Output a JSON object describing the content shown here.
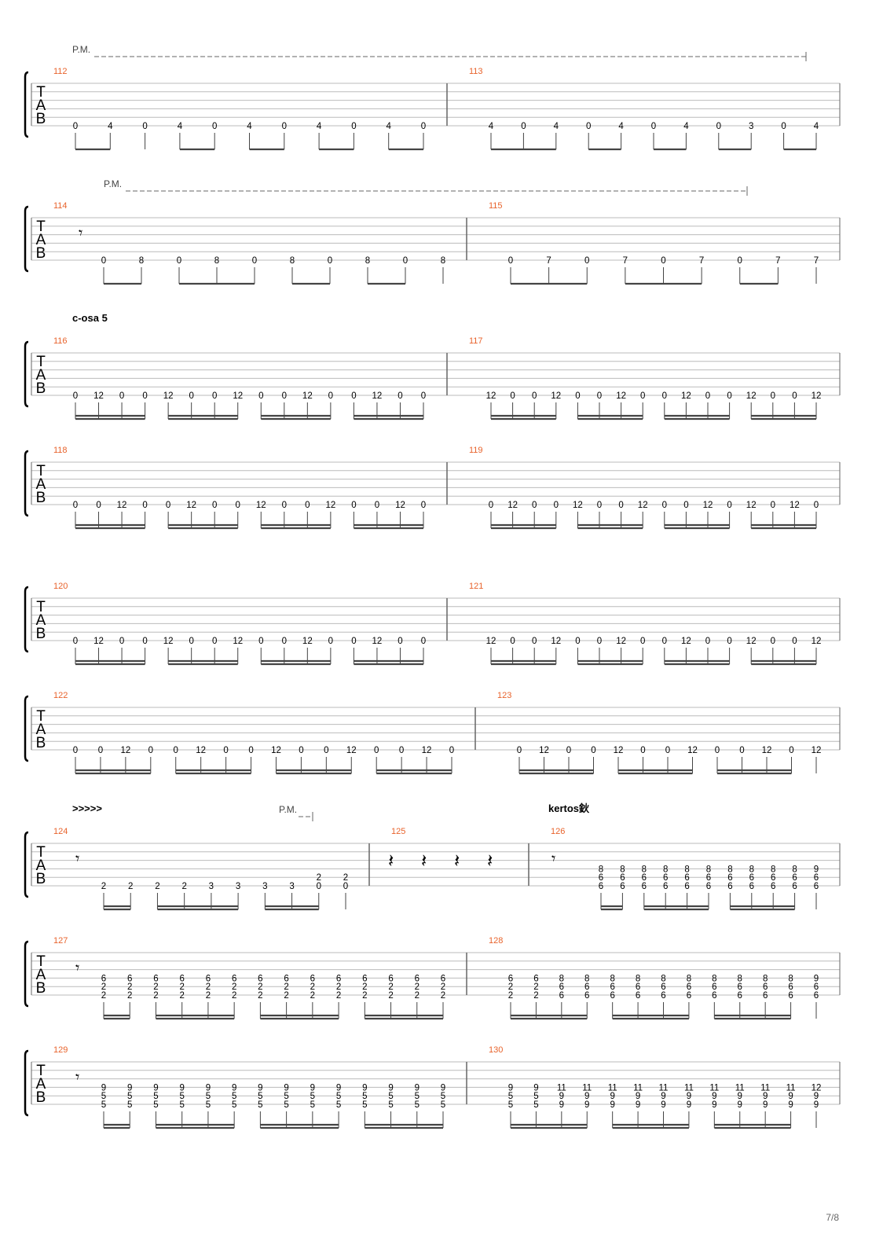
{
  "page_number": "7/8",
  "systems": [
    {
      "bars": [
        112,
        113
      ],
      "annotations": [
        {
          "kind": "pm",
          "text": "P.M."
        }
      ],
      "bars_data": [
        [
          "0",
          "4",
          "0",
          "4",
          "0",
          "4",
          "0",
          "4",
          "0",
          "4",
          "0"
        ],
        [
          "4",
          "0",
          "4",
          "0",
          "4",
          "0",
          "4",
          "0",
          "3",
          "0",
          "4"
        ]
      ]
    },
    {
      "bars": [
        114,
        115
      ],
      "annotations": [
        {
          "kind": "pm",
          "text": "P.M."
        }
      ],
      "bars_data": [
        [
          "0",
          "8",
          "0",
          "8",
          "0",
          "8",
          "0",
          "8",
          "0",
          "8"
        ],
        [
          "0",
          "7",
          "0",
          "7",
          "0",
          "7",
          "0",
          "7",
          "7"
        ]
      ]
    },
    {
      "bars": [
        116,
        117
      ],
      "annotations": [
        {
          "kind": "section",
          "text": "c-osa 5"
        }
      ],
      "bars_data": [
        [
          "0",
          "12",
          "0",
          "0",
          "12",
          "0",
          "0",
          "12",
          "0",
          "0",
          "12",
          "0",
          "0",
          "12",
          "0",
          "0"
        ],
        [
          "12",
          "0",
          "0",
          "12",
          "0",
          "0",
          "12",
          "0",
          "0",
          "12",
          "0",
          "0",
          "12",
          "0",
          "0",
          "12"
        ]
      ]
    },
    {
      "bars": [
        118,
        119
      ],
      "annotations": [],
      "bars_data": [
        [
          "0",
          "0",
          "12",
          "0",
          "0",
          "12",
          "0",
          "0",
          "12",
          "0",
          "0",
          "12",
          "0",
          "0",
          "12",
          "0"
        ],
        [
          "0",
          "12",
          "0",
          "0",
          "12",
          "0",
          "0",
          "12",
          "0",
          "0",
          "12",
          "0",
          "12",
          "0",
          "12",
          "0"
        ]
      ]
    },
    {
      "bars": [
        120,
        121
      ],
      "annotations": [],
      "bars_data": [
        [
          "0",
          "12",
          "0",
          "0",
          "12",
          "0",
          "0",
          "12",
          "0",
          "0",
          "12",
          "0",
          "0",
          "12",
          "0",
          "0"
        ],
        [
          "12",
          "0",
          "0",
          "12",
          "0",
          "0",
          "12",
          "0",
          "0",
          "12",
          "0",
          "0",
          "12",
          "0",
          "0",
          "12"
        ]
      ]
    },
    {
      "bars": [
        122,
        123
      ],
      "annotations": [],
      "bars_data": [
        [
          "0",
          "0",
          "12",
          "0",
          "0",
          "12",
          "0",
          "0",
          "12",
          "0",
          "0",
          "12",
          "0",
          "0",
          "12",
          "0"
        ],
        [
          "0",
          "12",
          "0",
          "0",
          "12",
          "0",
          "0",
          "12",
          "0",
          "0",
          "12",
          "0",
          "12"
        ]
      ]
    },
    {
      "bars": [
        124,
        125,
        126
      ],
      "annotations": [
        {
          "kind": "accent",
          "text": ">>>>>"
        },
        {
          "kind": "pm",
          "text": "P.M."
        },
        {
          "kind": "section",
          "text": "kertos鈥"
        }
      ],
      "bars_data": [
        [
          "2",
          "2",
          "2",
          "2",
          "3",
          "3",
          "3",
          "3",
          "2 0",
          "2 0"
        ],
        [],
        [
          "8 6 6",
          "8 6 6",
          "8 6 6",
          "8 6 6",
          "8 6 6",
          "8 6 6",
          "8 6 6",
          "8 6 6",
          "8 6 6",
          "8 6 6",
          "9 6 6"
        ]
      ]
    },
    {
      "bars": [
        127,
        128
      ],
      "annotations": [],
      "bars_data": [
        [
          "6 2 2",
          "6 2 2",
          "6 2 2",
          "6 2 2",
          "6 2 2",
          "6 2 2",
          "6 2 2",
          "6 2 2",
          "6 2 2",
          "6 2 2",
          "6 2 2",
          "6 2 2",
          "6 2 2",
          "6 2 2"
        ],
        [
          "6 2 2",
          "6 2 2",
          "8 6 6",
          "8 6 6",
          "8 6 6",
          "8 6 6",
          "8 6 6",
          "8 6 6",
          "8 6 6",
          "8 6 6",
          "8 6 6",
          "8 6 6",
          "9 6 6"
        ]
      ]
    },
    {
      "bars": [
        129,
        130
      ],
      "annotations": [],
      "bars_data": [
        [
          "9 5 5",
          "9 5 5",
          "9 5 5",
          "9 5 5",
          "9 5 5",
          "9 5 5",
          "9 5 5",
          "9 5 5",
          "9 5 5",
          "9 5 5",
          "9 5 5",
          "9 5 5",
          "9 5 5",
          "9 5 5"
        ],
        [
          "9 5 5",
          "9 5 5",
          "11 9 9",
          "11 9 9",
          "11 9 9",
          "11 9 9",
          "11 9 9",
          "11 9 9",
          "11 9 9",
          "11 9 9",
          "11 9 9",
          "11 9 9",
          "12 9 9"
        ]
      ]
    }
  ]
}
